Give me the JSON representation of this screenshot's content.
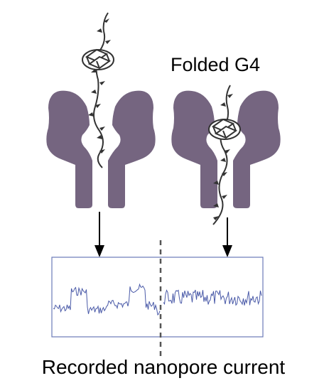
{
  "labels": {
    "folded_g4": "Folded G4",
    "recorded_current": "Recorded nanopore current"
  },
  "colors": {
    "pore": "#756580",
    "strand": "#333333",
    "trace": "#4a5aa8",
    "trace_box": "#6a7ab8",
    "arrow": "#000000",
    "divider": "#555555"
  },
  "elements": {
    "left_pore": "nanopore (G4 unfolded, threading)",
    "right_pore": "nanopore (G4 folded, blocking)",
    "g4_icon": "g-quadruplex-icon",
    "trace_segments": [
      "left signal (unfolded translocation)",
      "right signal (folded G4 block)"
    ]
  }
}
